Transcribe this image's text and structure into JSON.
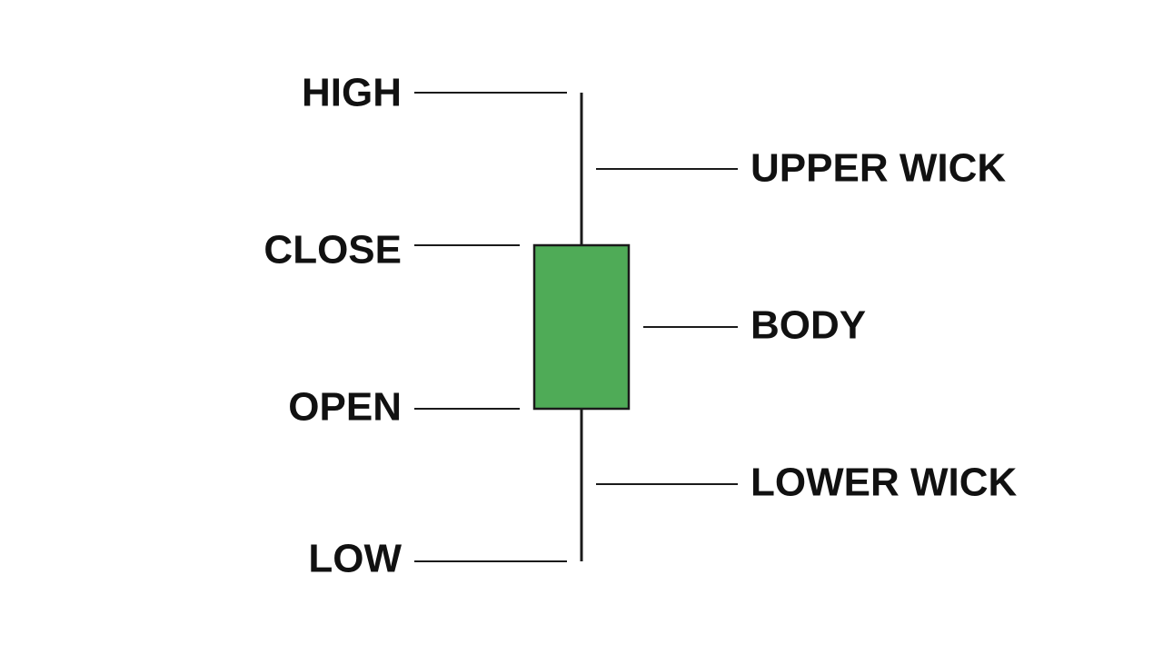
{
  "labels": {
    "high": "HIGH",
    "close": "CLOSE",
    "open": "OPEN",
    "low": "LOW",
    "upper_wick": "UPPER WICK",
    "body": "BODY",
    "lower_wick": "LOWER WICK"
  },
  "colors": {
    "body_fill": "#4fab57",
    "line": "#1a1a1a",
    "text": "#111111",
    "background": "#ffffff"
  }
}
